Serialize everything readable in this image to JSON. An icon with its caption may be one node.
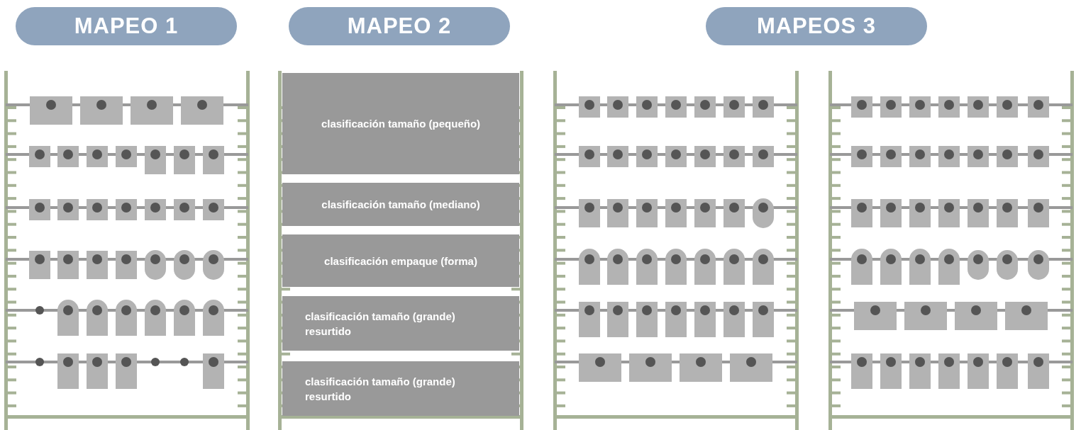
{
  "diagram": {
    "nodes": [
      {
        "text": [
          "MAPEO 1"
        ]
      },
      {
        "text": [
          "MAPEO 2"
        ]
      },
      {
        "text": [
          "MAPEOS 3"
        ]
      },
      {
        "text": [
          "clasificación tamaño (pequeño)"
        ]
      },
      {
        "text": [
          "clasificación tamaño (mediano)"
        ]
      },
      {
        "text": [
          "clasificación empaque (forma)"
        ]
      },
      {
        "text": [
          "clasificación tamaño (grande) resurtido"
        ]
      },
      {
        "text": [
          "clasificación tamaño (grande) resurtido"
        ]
      }
    ]
  }
}
